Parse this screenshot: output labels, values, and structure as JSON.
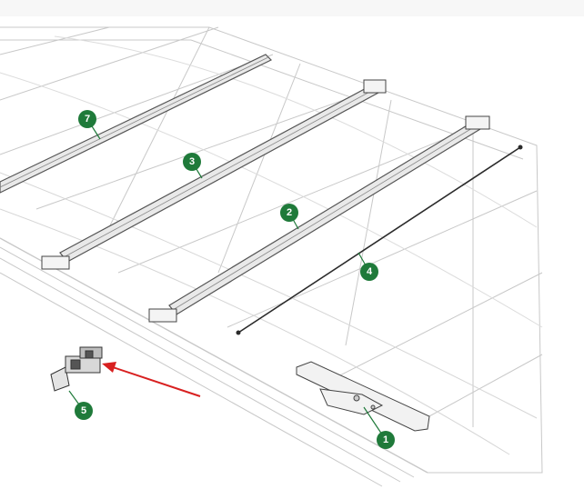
{
  "diagram": {
    "colors": {
      "background": "#ffffff",
      "frame_line": "#c8c8c8",
      "rail_fill": "#e9e9e9",
      "rail_edge": "#555555",
      "cable": "#2a2a2a",
      "callout_fill": "#1f7a3a",
      "leader": "#1f7a3a",
      "arrow": "#d82020"
    },
    "callouts": [
      {
        "id": "1",
        "label": "1"
      },
      {
        "id": "2",
        "label": "2"
      },
      {
        "id": "3",
        "label": "3"
      },
      {
        "id": "4",
        "label": "4"
      },
      {
        "id": "5",
        "label": "5"
      },
      {
        "id": "7",
        "label": "7"
      }
    ]
  }
}
